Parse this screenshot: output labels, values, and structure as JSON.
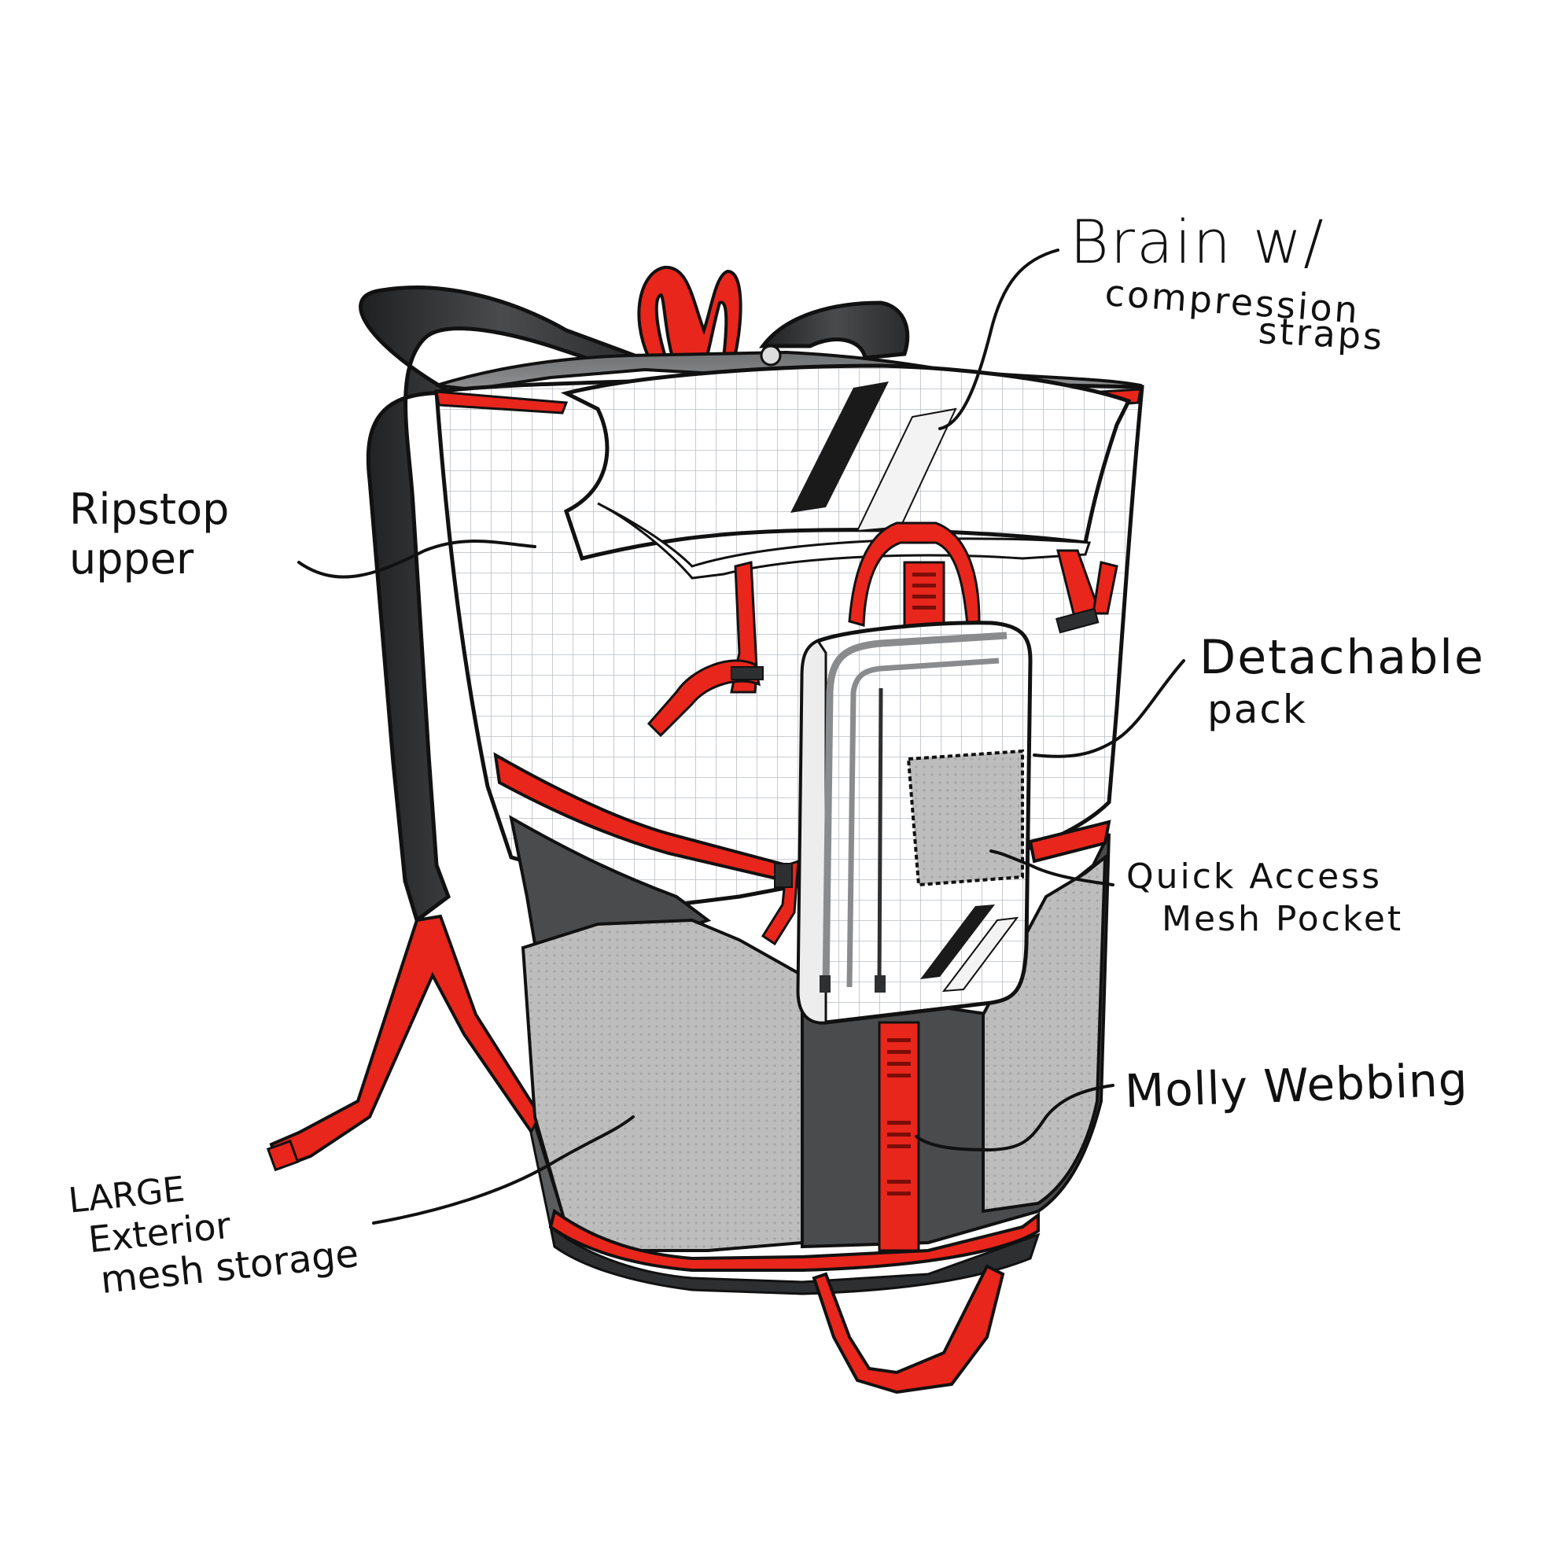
{
  "annotations": {
    "brain": {
      "line1": "Brain w/",
      "line2": "compression",
      "line3": "straps"
    },
    "ripstop": {
      "line1": "Ripstop",
      "line2": "upper"
    },
    "detachable": {
      "line1": "Detachable",
      "line2": "pack"
    },
    "quick_access": {
      "line1": "Quick Access",
      "line2": "Mesh Pocket"
    },
    "molly": {
      "line1": "Molly Webbing"
    },
    "large_mesh": {
      "line1": "LARGE",
      "line2": "Exterior",
      "line3": "mesh storage"
    }
  },
  "colors": {
    "webbing_red": "#e8261c",
    "ripstop_white": "#ffffff",
    "grid_line": "#b9bec4",
    "dark_gray": "#4a4b4d",
    "mesh_gray": "#bdbdbd",
    "strap_black": "#2e2f31",
    "outline": "#111111"
  }
}
